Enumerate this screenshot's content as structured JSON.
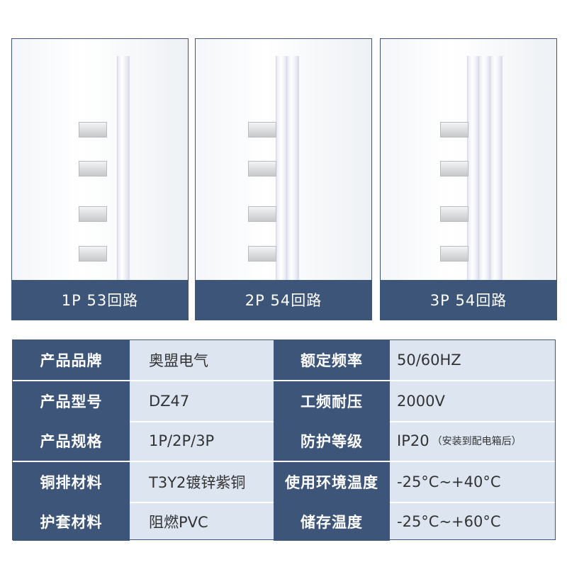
{
  "products": [
    {
      "label": "1P  53回路",
      "poles": 1
    },
    {
      "label": "2P  54回路",
      "poles": 2
    },
    {
      "label": "3P  54回路",
      "poles": 3
    }
  ],
  "specs": {
    "rows": [
      {
        "label1": "产品品牌",
        "value1": "奥盟电气",
        "label2": "额定频率",
        "value2": "50/60HZ",
        "note2": ""
      },
      {
        "label1": "产品型号",
        "value1": "DZ47",
        "label2": "工频耐压",
        "value2": "2000V",
        "note2": ""
      },
      {
        "label1": "产品规格",
        "value1": "1P/2P/3P",
        "label2": "防护等级",
        "value2": "IP20",
        "note2": "（安装到配电箱后）"
      },
      {
        "label1": "铜排材料",
        "value1": "T3Y2镀锌紫铜",
        "label2": "使用环境温度",
        "value2": "-25°C~+40°C",
        "note2": ""
      },
      {
        "label1": "护套材料",
        "value1": "阻燃PVC",
        "label2": "储存温度",
        "value2": "-25°C~+60°C",
        "note2": ""
      }
    ]
  },
  "colors": {
    "navy": "#3d5578",
    "table_bg": "#dde6f0"
  }
}
